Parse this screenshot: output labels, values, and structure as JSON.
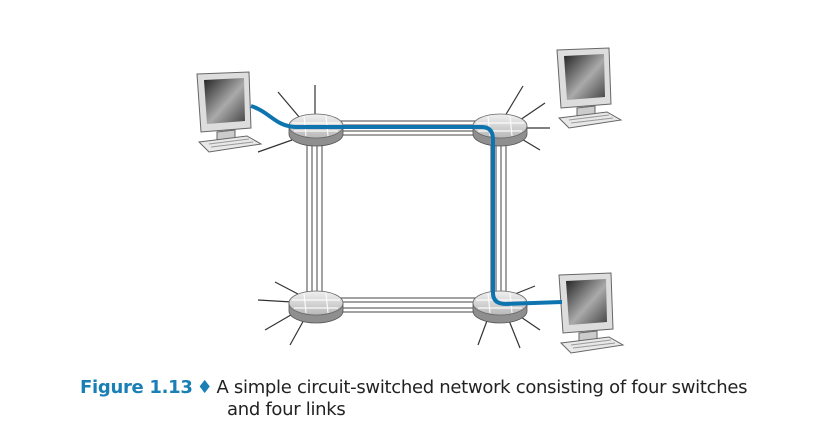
{
  "figure": {
    "label": "Figure 1.13",
    "separator": "♦",
    "caption_line1": "A simple circuit-switched network consisting of four switches",
    "caption_line2": "and four links"
  },
  "colors": {
    "accent": "#1a7fb5",
    "circuit": "#0d74b0"
  },
  "nodes": {
    "switches": 4,
    "links": 4,
    "hosts": 3
  }
}
